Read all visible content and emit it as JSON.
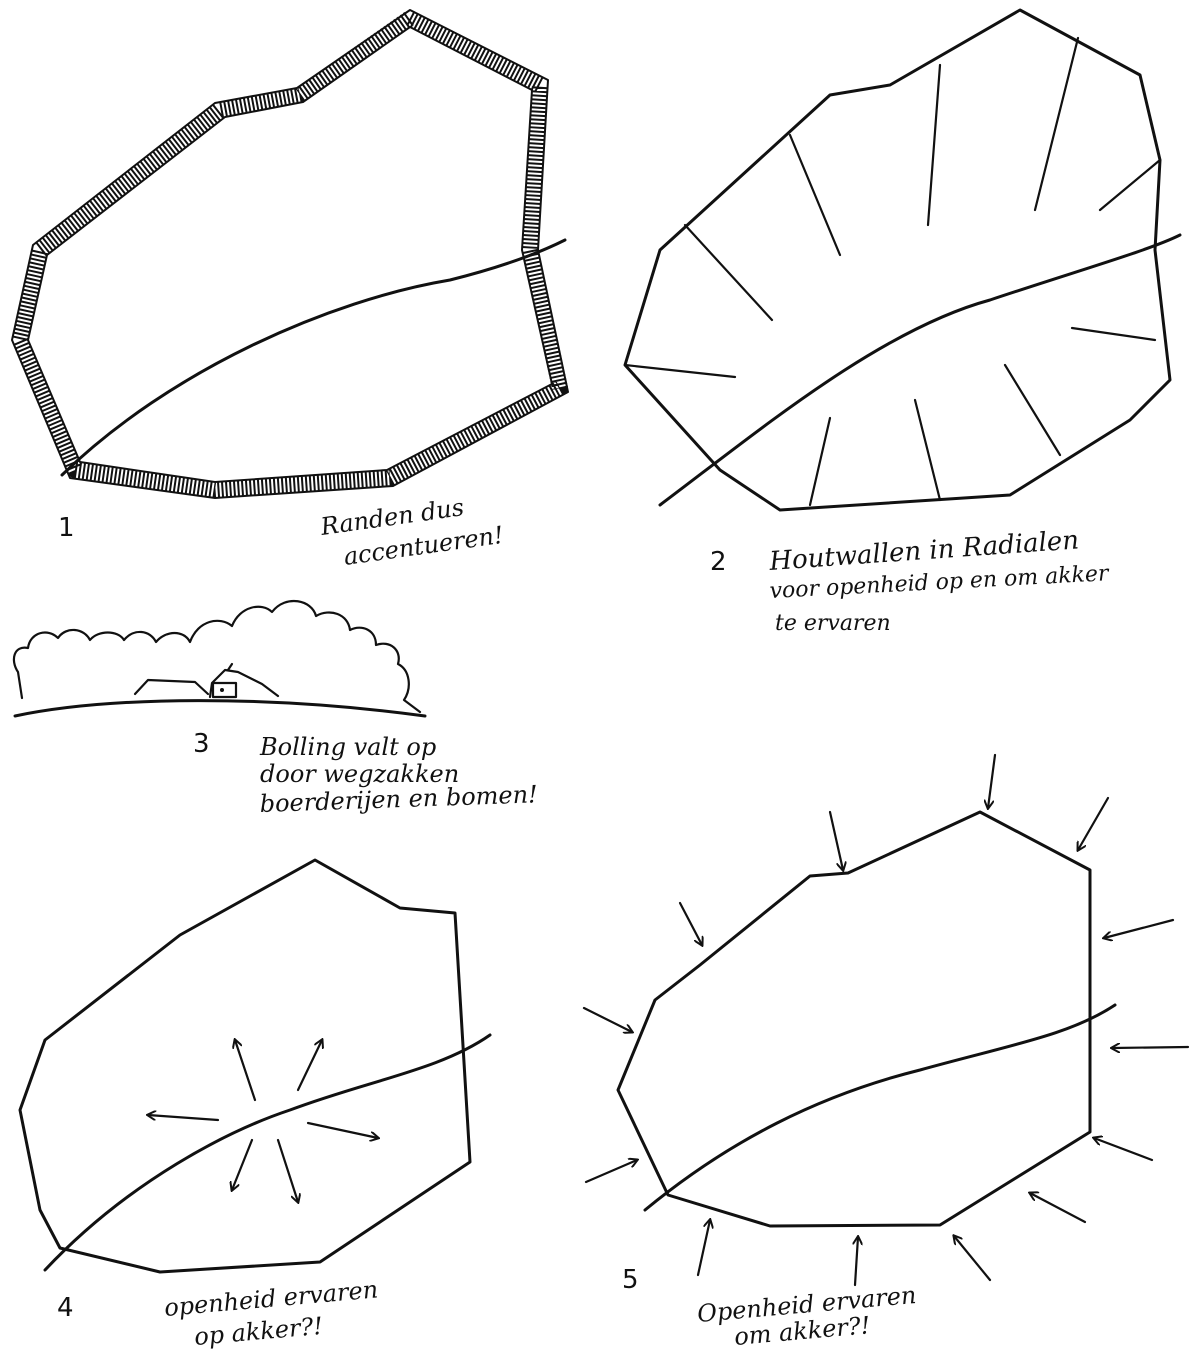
{
  "sketches": [
    {
      "number": "1",
      "caption": [
        "Randen dus",
        "accentueren!"
      ]
    },
    {
      "number": "2",
      "caption": [
        "Houtwallen in Radialen",
        "voor openheid op en om akker",
        "te ervaren"
      ]
    },
    {
      "number": "3",
      "caption": [
        "Bolling valt op",
        "door wegzakken",
        "boerderijen en bomen!"
      ]
    },
    {
      "number": "4",
      "caption": [
        "openheid ervaren",
        "op akker?!"
      ]
    },
    {
      "number": "5",
      "caption": [
        "Openheid ervaren",
        "om akker?!"
      ]
    }
  ]
}
